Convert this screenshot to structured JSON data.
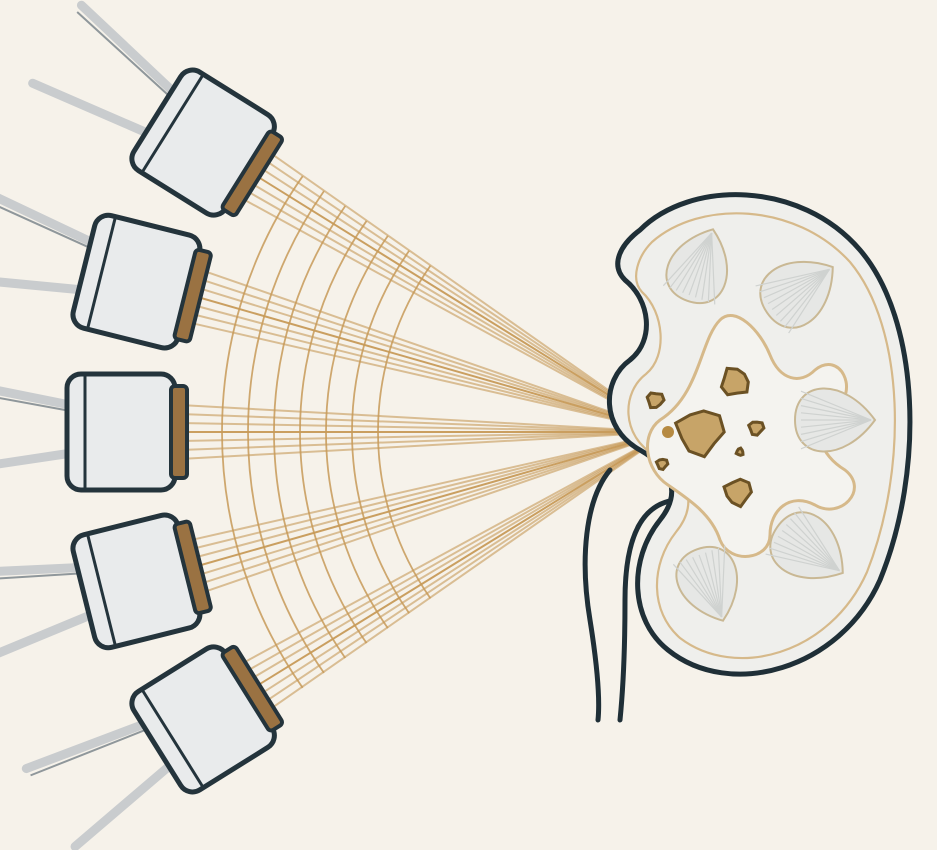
{
  "diagram": {
    "colors": {
      "background": "#f6f2ea",
      "wave": "#c79a58",
      "focal": "#b68a42",
      "stone_fill": "#c7a468",
      "transducer_face": "#9a7242",
      "kidney_line": "#1f2f37",
      "kidney_inner_line": "#d6b98a"
    },
    "icons": {
      "transducers": [
        "transducer-icon",
        "transducer-icon",
        "transducer-icon",
        "transducer-icon",
        "transducer-icon"
      ],
      "kidney": "kidney-icon",
      "stone": "kidney-stone-icon"
    },
    "transducer_count": 5,
    "converging_wave_count": 5,
    "stone_count": 7
  }
}
